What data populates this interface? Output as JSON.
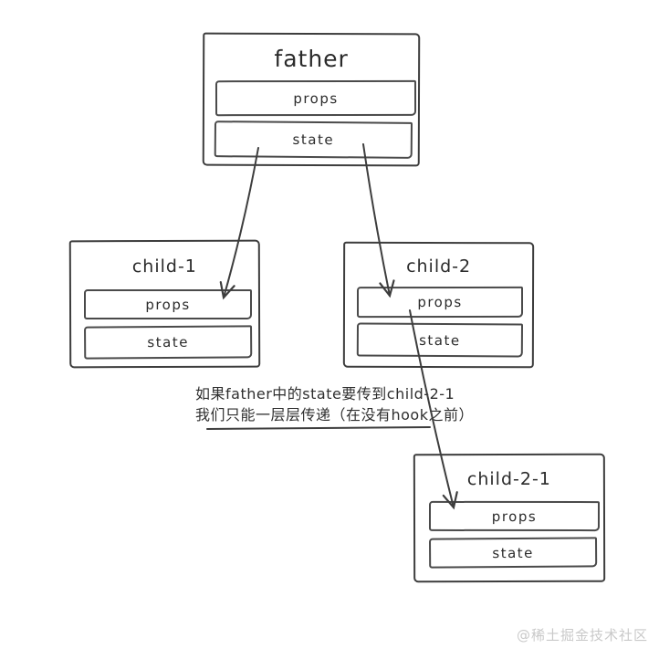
{
  "colors": {
    "stroke": "#3d3d3d",
    "text": "#2b2b2b",
    "watermark": "#c9c9c9",
    "background": "#ffffff"
  },
  "nodes": {
    "father": {
      "title": "father",
      "fields": [
        "props",
        "state"
      ]
    },
    "child1": {
      "title": "child-1",
      "fields": [
        "props",
        "state"
      ]
    },
    "child2": {
      "title": "child-2",
      "fields": [
        "props",
        "state"
      ]
    },
    "child21": {
      "title": "child-2-1",
      "fields": [
        "props",
        "state"
      ]
    }
  },
  "edges": [
    {
      "from": "father.state",
      "to": "child-1.props"
    },
    {
      "from": "father.state",
      "to": "child-2.props"
    },
    {
      "from": "child-2.props",
      "to": "child-2-1.props"
    }
  ],
  "annotation": {
    "line1": "如果father中的state要传到child-2-1",
    "line2": "我们只能一层层传递（在没有hook之前）"
  },
  "watermark": "@稀土掘金技术社区"
}
